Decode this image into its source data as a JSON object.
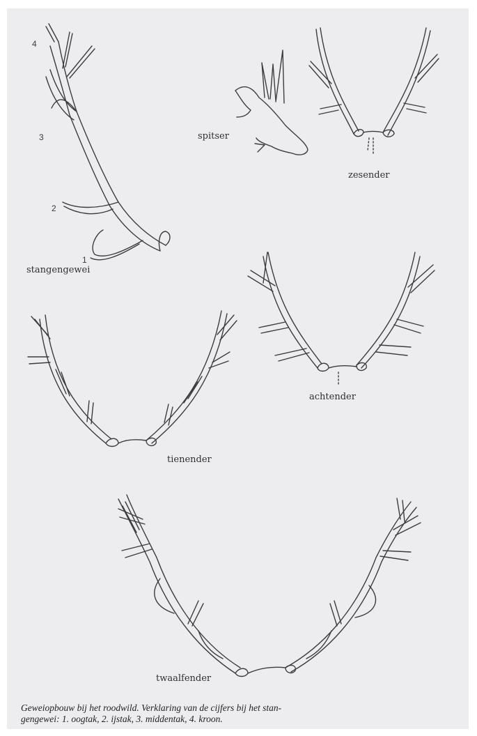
{
  "diagram": {
    "labels": {
      "stangengewei": "stangengewei",
      "spitser": "spitser",
      "zesender": "zesender",
      "achtender": "achtender",
      "tienender": "tienender",
      "twaalfender": "twaalfender"
    },
    "numbers": {
      "n1": "1",
      "n2": "2",
      "n3": "3",
      "n4": "4"
    }
  },
  "caption": {
    "line1": "Geweiopbouw bij het roodwild. Verklaring van de cijfers bij het stan-",
    "line2": "gengewei: 1. oogtak, 2. ijstak, 3. middentak, 4. kroon."
  },
  "colors": {
    "paper": "#ededf0",
    "ink": "#3a3a3a"
  }
}
